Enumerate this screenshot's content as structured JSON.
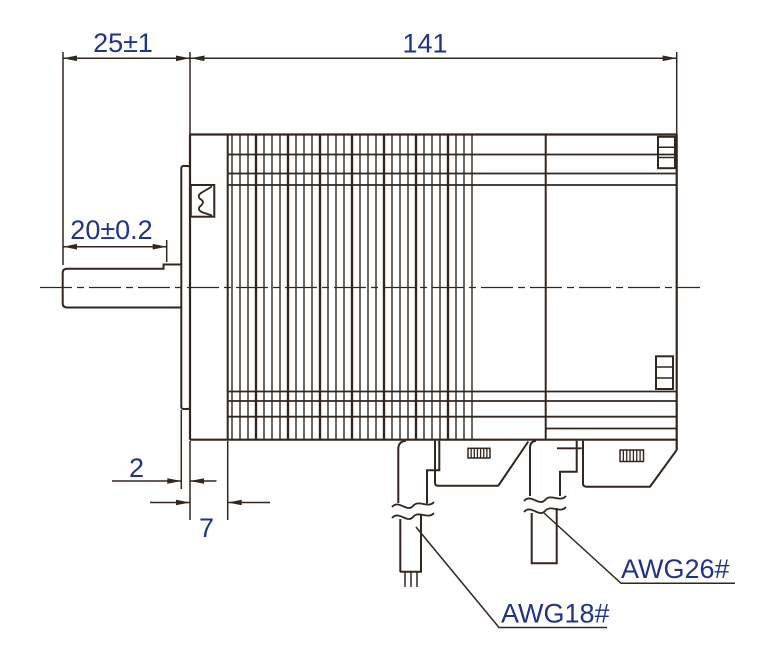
{
  "drawing": {
    "dimensions": {
      "shaft_extension": "25±1",
      "body_length": "141",
      "shaft_length": "20±0.2",
      "flange_thickness": "2",
      "pilot_depth": "7"
    },
    "labels": {
      "power_cable": "AWG18#",
      "signal_cable": "AWG26#"
    },
    "colors": {
      "line": "#32261f",
      "text": "#1f3387",
      "background": "#ffffff"
    }
  }
}
